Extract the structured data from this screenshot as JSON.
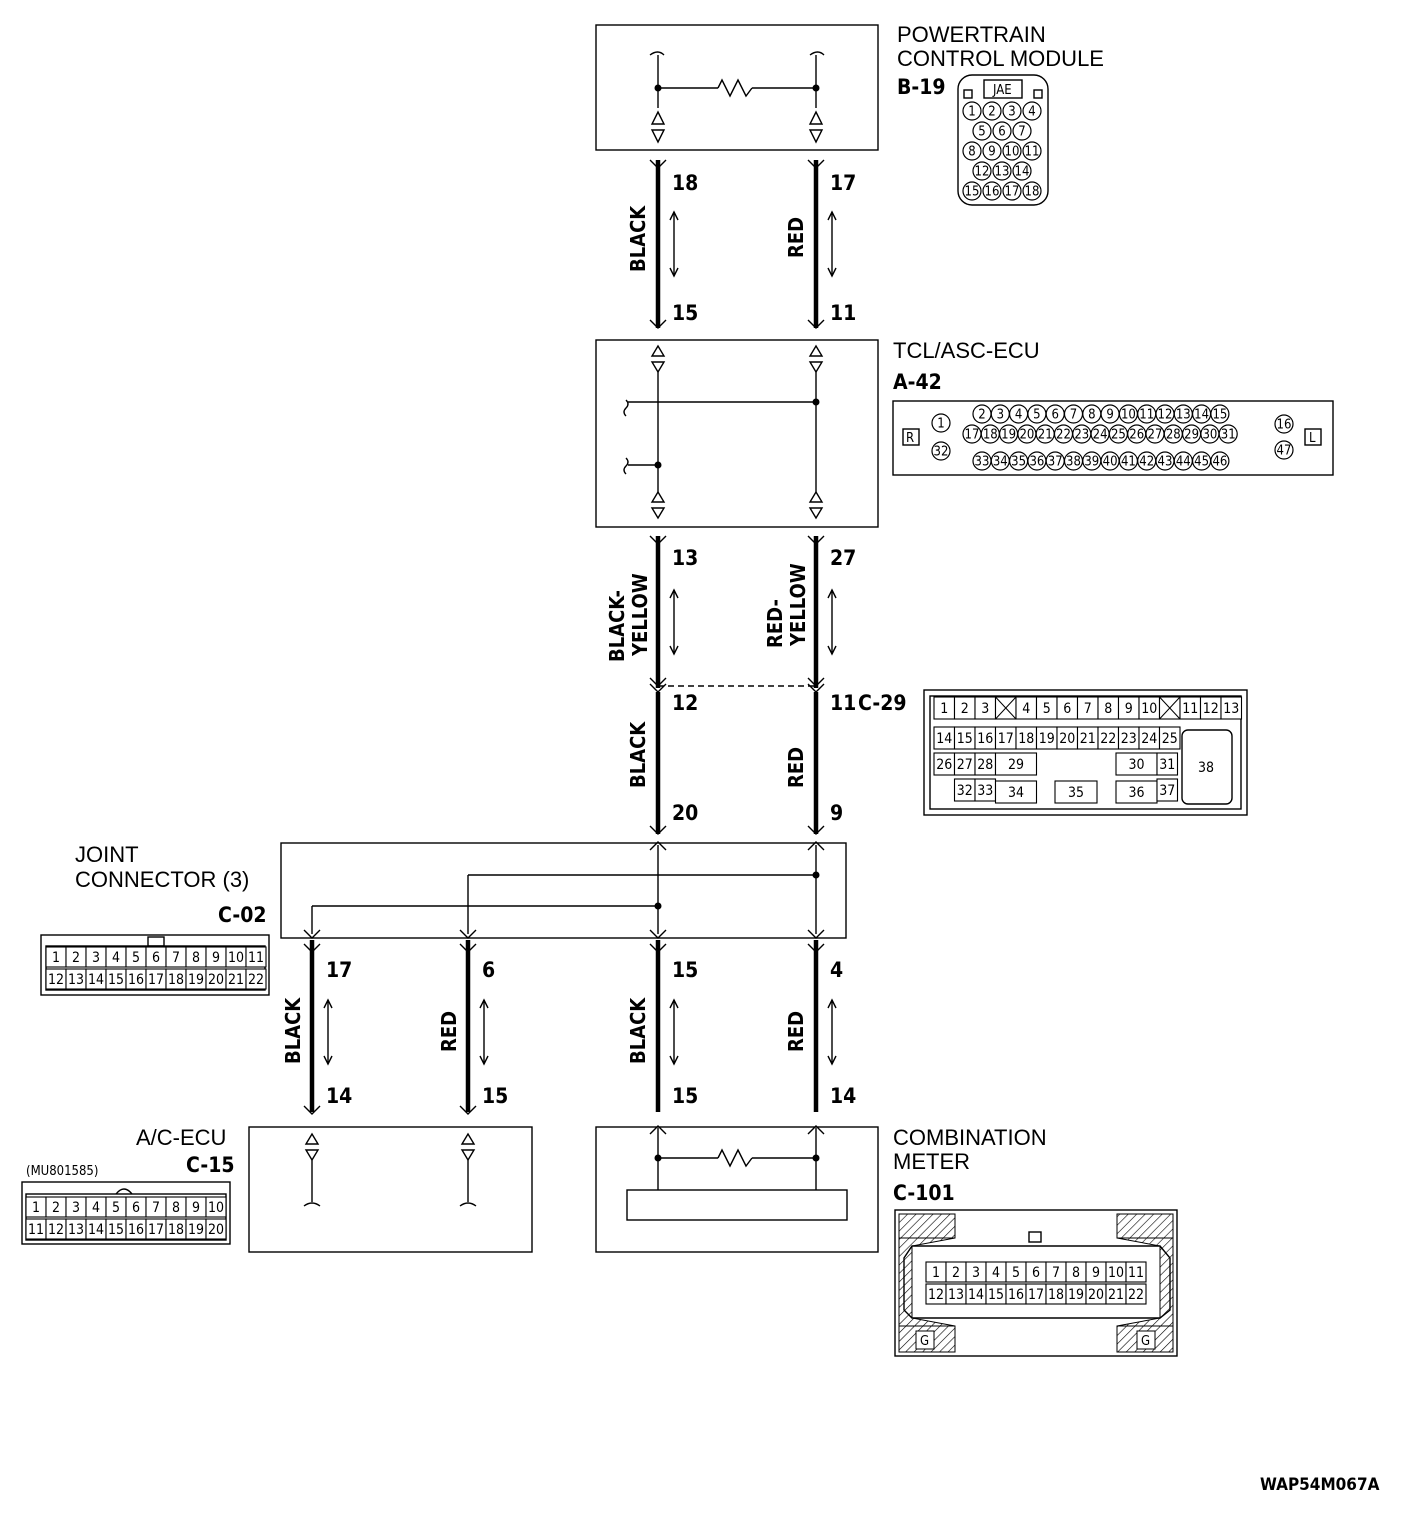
{
  "components": {
    "pcm": {
      "title_line1": "POWERTRAIN",
      "title_line2": "CONTROL MODULE",
      "code": "B-19",
      "connector_tag": "JAE",
      "pins": [
        "1",
        "2",
        "3",
        "4",
        "5",
        "6",
        "7",
        "8",
        "9",
        "10",
        "11",
        "12",
        "13",
        "14",
        "15",
        "16",
        "17",
        "18"
      ]
    },
    "tcl": {
      "title": "TCL/ASC-ECU",
      "code": "A-42",
      "side_left": "R",
      "side_right": "L",
      "pins_row1": [
        "2",
        "3",
        "4",
        "5",
        "6",
        "7",
        "8",
        "9",
        "10",
        "11",
        "12",
        "13",
        "14",
        "15"
      ],
      "pins_row2": [
        "17",
        "18",
        "19",
        "20",
        "21",
        "22",
        "23",
        "24",
        "25",
        "26",
        "27",
        "28",
        "29",
        "30",
        "31"
      ],
      "pins_row3": [
        "33",
        "34",
        "35",
        "36",
        "37",
        "38",
        "39",
        "40",
        "41",
        "42",
        "43",
        "44",
        "45",
        "46"
      ],
      "pins_left": [
        "1",
        "32"
      ],
      "pins_right": [
        "16",
        "47"
      ]
    },
    "c29": {
      "code": "C-29",
      "row1": [
        "1",
        "2",
        "3",
        "",
        "4",
        "5",
        "6",
        "7",
        "8",
        "9",
        "10",
        "",
        "11",
        "12",
        "13"
      ],
      "row2": [
        "14",
        "15",
        "16",
        "17",
        "18",
        "19",
        "20",
        "21",
        "22",
        "23",
        "24",
        "25"
      ],
      "row3": [
        "26",
        "27",
        "28",
        "29",
        "30",
        "31"
      ],
      "row4": [
        "32",
        "33",
        "34",
        "35",
        "36",
        "37"
      ],
      "big_pin": "38"
    },
    "joint": {
      "title_line1": "JOINT",
      "title_line2": "CONNECTOR (3)",
      "code": "C-02",
      "row1": [
        "1",
        "2",
        "3",
        "4",
        "5",
        "6",
        "7",
        "8",
        "9",
        "10",
        "11"
      ],
      "row2": [
        "12",
        "13",
        "14",
        "15",
        "16",
        "17",
        "18",
        "19",
        "20",
        "21",
        "22"
      ]
    },
    "acecu": {
      "title": "A/C-ECU",
      "code": "C-15",
      "part_note": "(MU801585)",
      "row1": [
        "1",
        "2",
        "3",
        "4",
        "5",
        "6",
        "7",
        "8",
        "9",
        "10"
      ],
      "row2": [
        "11",
        "12",
        "13",
        "14",
        "15",
        "16",
        "17",
        "18",
        "19",
        "20"
      ]
    },
    "meter": {
      "title_line1": "COMBINATION",
      "title_line2": "METER",
      "code": "C-101",
      "ground_tag": "G",
      "row1": [
        "1",
        "2",
        "3",
        "4",
        "5",
        "6",
        "7",
        "8",
        "9",
        "10",
        "11"
      ],
      "row2": [
        "12",
        "13",
        "14",
        "15",
        "16",
        "17",
        "18",
        "19",
        "20",
        "21",
        "22"
      ]
    }
  },
  "wires": {
    "seg1_left": {
      "color": "BLACK",
      "top_pin": "18",
      "bottom_pin": "15"
    },
    "seg1_right": {
      "color": "RED",
      "top_pin": "17",
      "bottom_pin": "11"
    },
    "seg2_left": {
      "color_line1": "BLACK-",
      "color_line2": "YELLOW",
      "top_pin": "13",
      "bottom_pin": "12"
    },
    "seg2_right": {
      "color_line1": "RED-",
      "color_line2": "YELLOW",
      "top_pin": "27",
      "bottom_pin": "11"
    },
    "seg3_left": {
      "color": "BLACK",
      "bottom_pin": "20"
    },
    "seg3_right": {
      "color": "RED",
      "bottom_pin": "9"
    },
    "seg4_a": {
      "color": "BLACK",
      "top_pin": "17",
      "bottom_pin": "14"
    },
    "seg4_b": {
      "color": "RED",
      "top_pin": "6",
      "bottom_pin": "15"
    },
    "seg4_c": {
      "color": "BLACK",
      "top_pin": "15",
      "bottom_pin": "15"
    },
    "seg4_d": {
      "color": "RED",
      "top_pin": "4",
      "bottom_pin": "14"
    }
  },
  "figure_id": "WAP54M067A"
}
